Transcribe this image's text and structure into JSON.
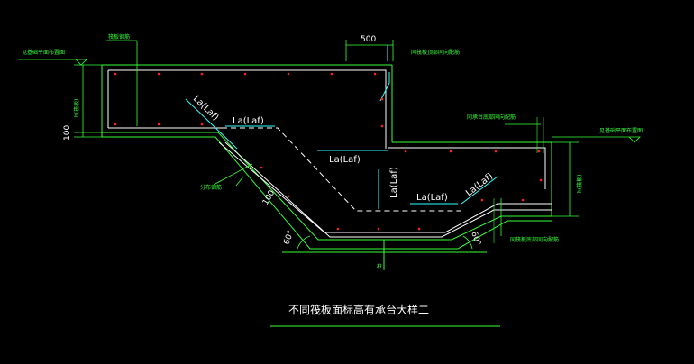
{
  "labels": {
    "elev_left": "见基础平面布置图",
    "elev_right": "见基础平面布置图",
    "raft_rebar": "筏板钢筋",
    "dim_500": "500",
    "dim_100_left": "100",
    "dim_100_slope": "100",
    "h_left": "h(筏板)",
    "h_right": "h(筏板)",
    "la_1": "La(Laf)",
    "la_2": "La(Laf)",
    "la_3": "La(Laf)",
    "la_4": "La(Laf)",
    "la_5": "La(Laf)",
    "la_6": "La(Laf)",
    "note_top_right": "同筏板顶部同向配筋",
    "note_mid_right": "同承台底部同向配筋",
    "note_bottom_right": "同筏板底部同向配筋",
    "slope_rebar": "分布钢筋",
    "angle_left": "60°",
    "angle_right": "60°",
    "pile": "桩",
    "title": "不同筏板面标高有承台大样二"
  },
  "colors": {
    "line_green": "#36ff36",
    "line_white": "#ffffff",
    "line_cyan": "#30ffff",
    "dot_red": "#ff2020",
    "background": "#000000"
  }
}
